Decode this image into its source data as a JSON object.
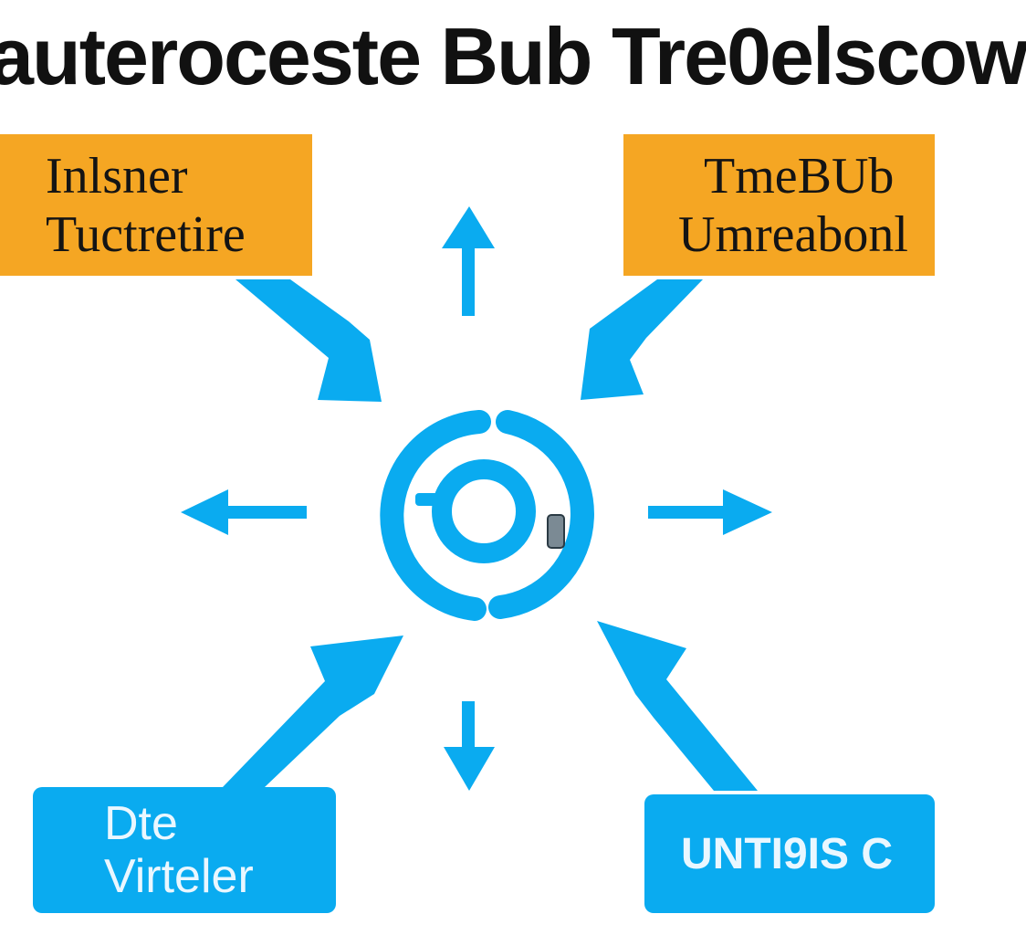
{
  "title": "auteroceste Bub Tre0elscow",
  "nodes": {
    "top_left": {
      "line1": "Inlsner",
      "line2": "Tuctretire"
    },
    "top_right": {
      "line1": "TmeBUb",
      "line2": "Umreabonl"
    },
    "bottom_left": {
      "line1": "Dte",
      "line2": "Virteler"
    },
    "bottom_right": {
      "line1": "UNTI9IS C"
    }
  },
  "colors": {
    "arrow": "#0aabf0",
    "orange_box": "#f5a623",
    "blue_box": "#0aabf0",
    "text_dark": "#111111"
  },
  "center_icon": "ring-hub-icon"
}
